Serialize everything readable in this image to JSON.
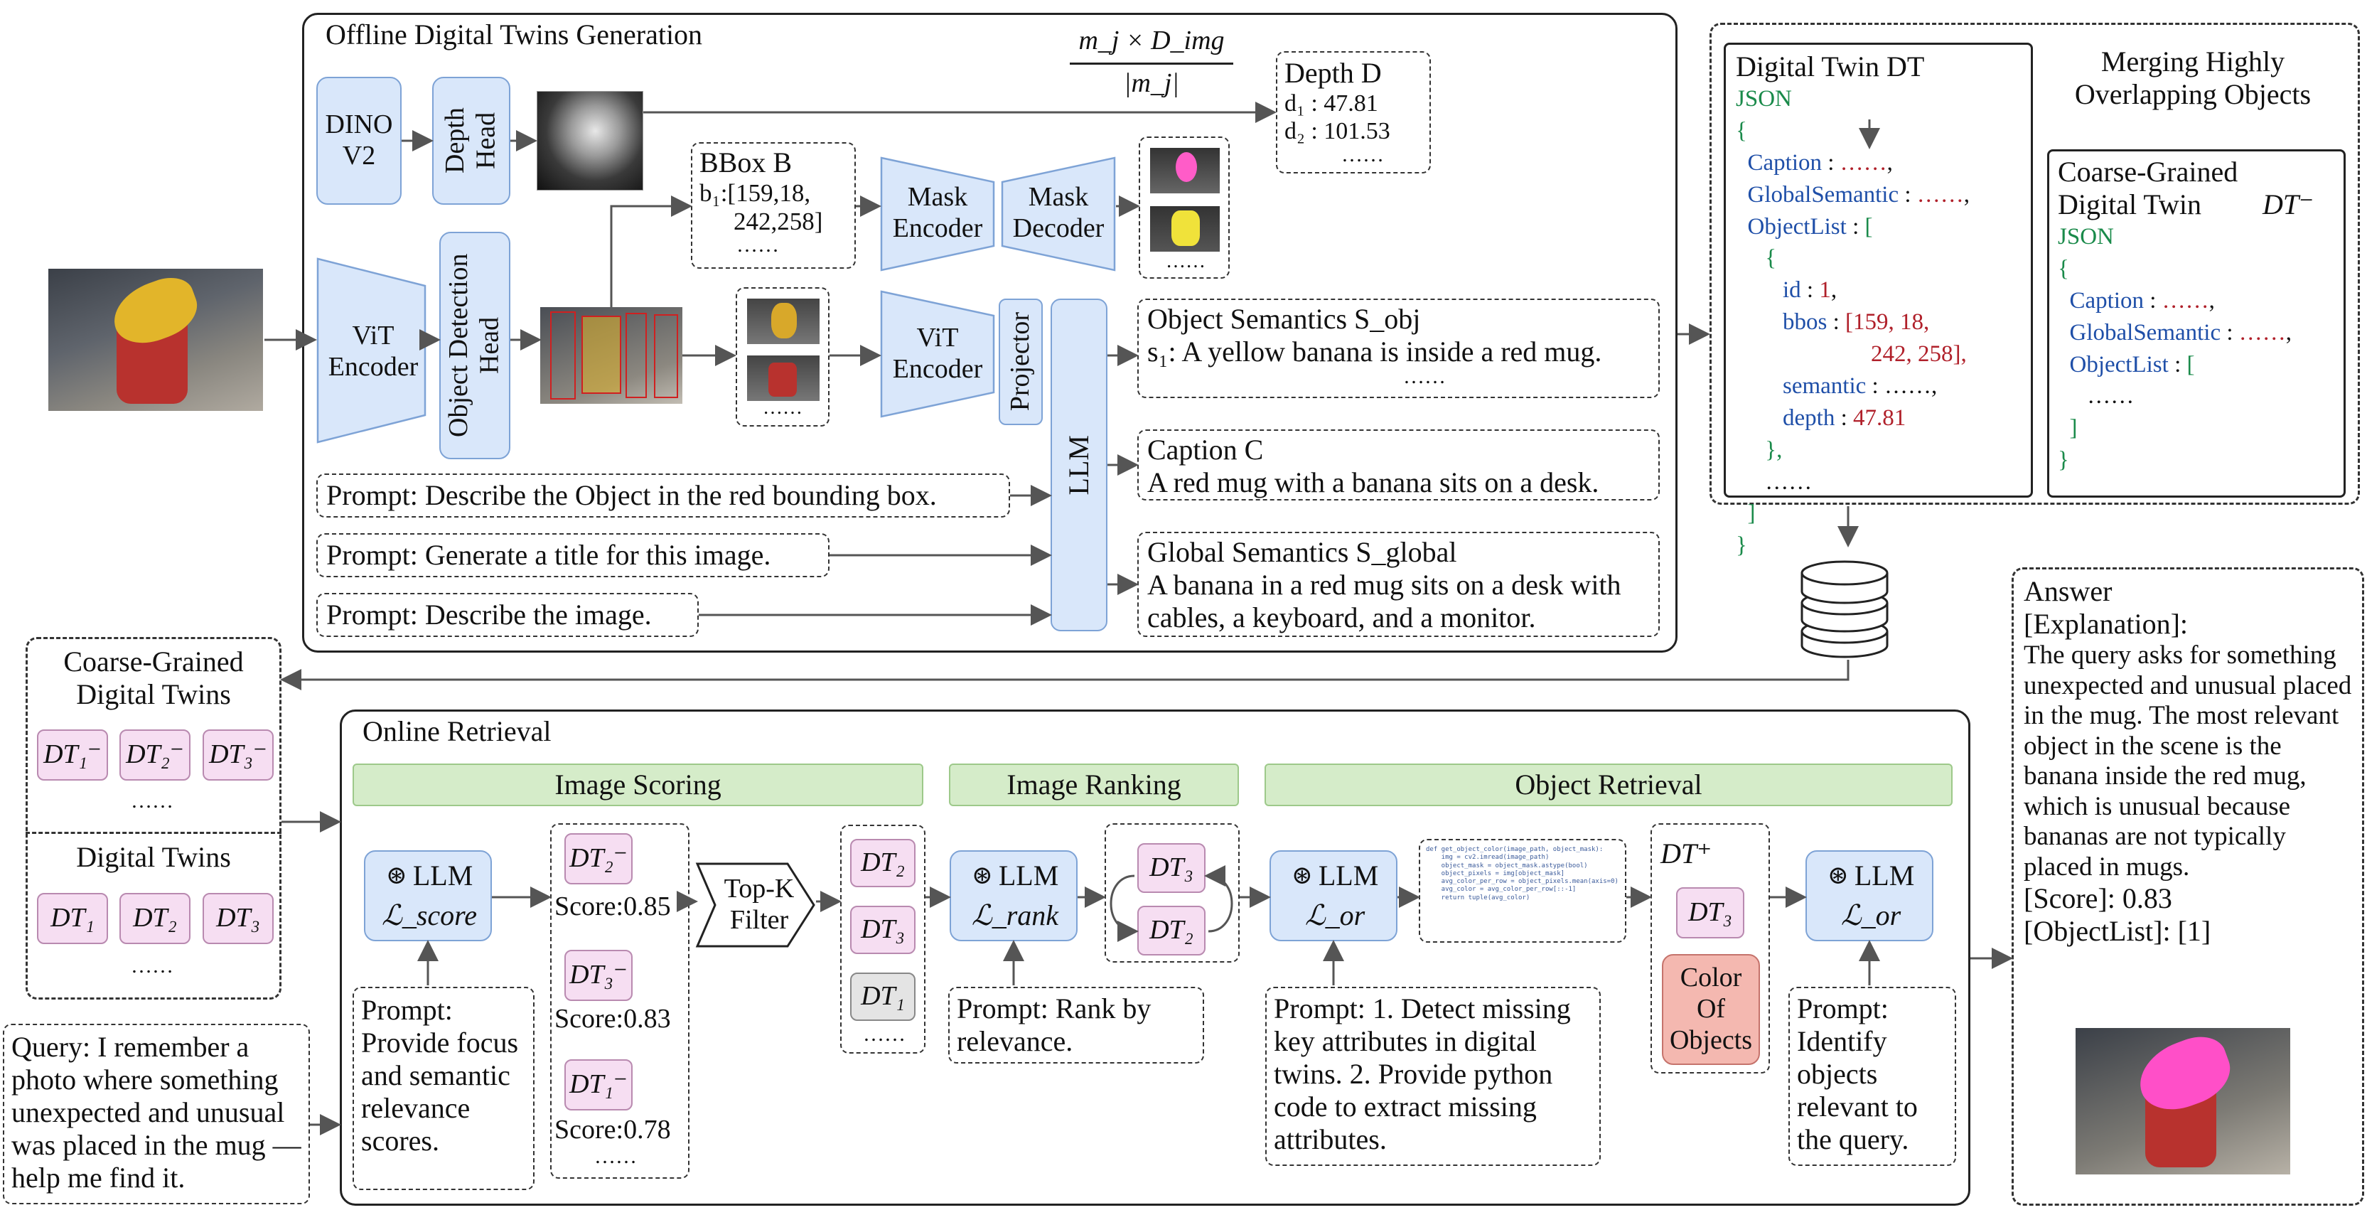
{
  "offline": {
    "title": "Offline Digital Twins Generation",
    "dino": "DINO V2",
    "depth_head": "Depth Head",
    "vit_encoder": "ViT Encoder",
    "object_detection_head": "Object Detection Head",
    "depth_formula_num": "m_j × D_img",
    "depth_formula_den": "|m_j|",
    "depth_title": "Depth D",
    "depth_values": [
      "d₁ : 47.81",
      "d₂ : 101.53",
      "……"
    ],
    "bbox_title": "BBox B",
    "bbox_value": "b₁:[159,18,",
    "bbox_value2": "242,258]",
    "bbox_more": "……",
    "mask_encoder": "Mask Encoder",
    "mask_decoder": "Mask Decoder",
    "crops_more": "……",
    "masks_more": "……",
    "vit_encoder2": "ViT Encoder",
    "projector": "Projector",
    "llm": "LLM",
    "object_semantics_title": "Object Semantics S_obj",
    "object_semantics_value": "s₁: A yellow banana is inside a red mug.",
    "object_semantics_more": "……",
    "caption_title": "Caption C",
    "caption_value": "A red mug with a banana sits on a desk.",
    "global_title": "Global Semantics S_global",
    "global_value": "A banana in a red mug sits on a desk with cables, a keyboard, and a monitor.",
    "prompt_object": "Prompt: Describe the Object in the red bounding box.",
    "prompt_title": "Prompt: Generate a title for this image.",
    "prompt_describe": "Prompt: Describe the image."
  },
  "digital_twin": {
    "title": "Digital Twin DT",
    "json_label": "JSON",
    "caption_key": "Caption",
    "global_key": "GlobalSemantic",
    "objectlist_key": "ObjectList",
    "id_key": "id",
    "id_val": "1",
    "bbos_key": "bbos",
    "bbos_val": "[159, 18,",
    "bbos_val2": "242, 258],",
    "semantic_key": "semantic",
    "depth_key": "depth",
    "depth_val": "47.81",
    "ellipsis": "……"
  },
  "merging": {
    "label": "Merging Highly Overlapping Objects"
  },
  "coarse_twin": {
    "title": "Coarse-Grained Digital Twin",
    "symbol": "DT⁻",
    "json_label": "JSON"
  },
  "left_store": {
    "coarse_title": "Coarse-Grained Digital Twins",
    "coarse_items": [
      "DT₁⁻",
      "DT₂⁻",
      "DT₃⁻"
    ],
    "twins_title": "Digital Twins",
    "twin_items": [
      "DT₁",
      "DT₂",
      "DT₃"
    ],
    "more": "……"
  },
  "query": {
    "text": "Query: I remember a photo where something unexpected and unusual was placed in the mug —help me find it."
  },
  "online": {
    "title": "Online Retrieval",
    "stage_scoring": "Image Scoring",
    "stage_ranking": "Image Ranking",
    "stage_retrieval": "Object Retrieval",
    "llm": "LLM",
    "loss_score": "ℒ_score",
    "loss_rank": "ℒ_rank",
    "loss_or": "ℒ_or",
    "score_items": [
      {
        "dt": "DT₂⁻",
        "score": "Score:0.85"
      },
      {
        "dt": "DT₃⁻",
        "score": "Score:0.83"
      },
      {
        "dt": "DT₁⁻",
        "score": "Score:0.78"
      }
    ],
    "score_more": "……",
    "topk": "Top-K Filter",
    "filtered": [
      "DT₂",
      "DT₃",
      "DT₁"
    ],
    "filtered_more": "……",
    "ranked": [
      "DT₃",
      "DT₂"
    ],
    "dt_plus": "DT⁺",
    "dt_plus_item": "DT₃",
    "color_of_objects": "Color Of Objects",
    "prompt_score": "Prompt: Provide focus and semantic relevance scores.",
    "prompt_rank": "Prompt: Rank by relevance.",
    "prompt_code": "Prompt: 1. Detect missing key attributes in digital twins. 2. Provide python code to extract missing attributes.",
    "prompt_identify": "Prompt: Identify objects relevant to the query."
  },
  "answer": {
    "title": "Answer",
    "explanation_label": "[Explanation]:",
    "explanation": "The query asks for something unexpected and unusual placed in the mug. The most relevant object in the scene is the banana inside the red mug, which is unusual because bananas are not typically placed in mugs.",
    "score": "[Score]: 0.83",
    "objectlist": "[ObjectList]: [1]"
  },
  "colors": {
    "llm_blue": "#d9e7fa",
    "stage_green": "#d5ecc9",
    "dt_pink": "#f6def2",
    "json_green": "#1a8a4a",
    "json_blue": "#1f4fa8",
    "json_red": "#b0202a"
  }
}
